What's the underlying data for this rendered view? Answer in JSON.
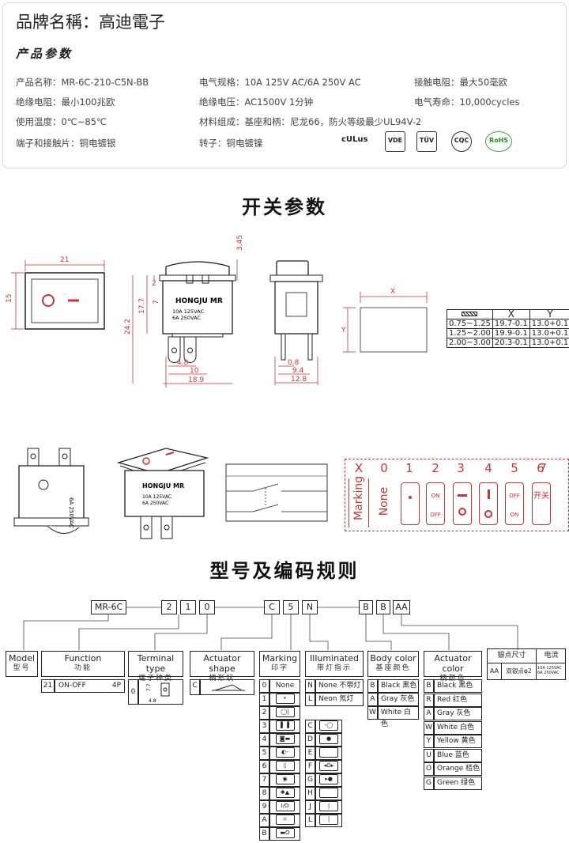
{
  "header": {
    "brand": "品牌名稱：高迪電子",
    "params_title": "产品参数"
  },
  "specs": {
    "r1c1": "产品名称：MR-6C-210-C5N-BB",
    "r1c2": "电气规格：10A  125V  AC/6A  250V  AC",
    "r1c3": "接触电阻：最大50毫欧",
    "r2c1": "绝缘电阻：最小100兆欧",
    "r2c2": "绝缘电压：AC1500V 1分钟",
    "r2c3": "电气寿命：10,000cycles",
    "r3c1": "使用温度：0℃~85℃",
    "r3c2": "材料组成：基座和柄：尼龙66，防火等级最少UL94V-2",
    "r4c1": "端子和接触片：铜电镀银",
    "r4c2": "转子：铜电镀镍"
  },
  "certs": [
    "cULus",
    "VDE",
    "TÜV",
    "CQC",
    "RoHS"
  ],
  "section_switch": "开关参数",
  "drawing": {
    "front_w": "21",
    "front_h": "15",
    "side_top": "3.45",
    "side_h1": "17.7",
    "side_h2": "24.2",
    "side_p": "2",
    "side_7": "7",
    "side_48": "4.8",
    "side_10": "10",
    "side_189": "18.9",
    "end_08": "0.8",
    "end_94": "9.4",
    "end_128": "12.8",
    "label_brand": "HONGJU  MR",
    "label_l1": "10A  125VAC",
    "label_l2": "6A  250VAC",
    "x": "X",
    "y": "Y"
  },
  "thickness": {
    "head_x": "X",
    "head_y": "Y",
    "rows": [
      {
        "t": "0.75~1.25",
        "x": "19.7-0.1",
        "y": "13.0+0.1"
      },
      {
        "t": "1.25~2.00",
        "x": "19.9-0.1",
        "y": "13.0+0.1"
      },
      {
        "t": "2.00~3.00",
        "x": "20.3-0.1",
        "y": "13.0+0.1"
      }
    ]
  },
  "marking_strip": {
    "x_label": "X",
    "marking": "Marking",
    "none": "None",
    "codes": [
      "0",
      "1",
      "2",
      "3",
      "4",
      "5",
      "6",
      "7"
    ],
    "t2_top": "ON",
    "t2_bot": "OFF",
    "t6_top": "OFF",
    "t6_bot": "ON",
    "t7": "开关"
  },
  "section_code": "型号及编码规则",
  "code_boxes": [
    "MR-6C",
    "2",
    "1",
    "0",
    "C",
    "5",
    "N",
    "B",
    "B",
    "AA"
  ],
  "columns": {
    "model": {
      "en": "Model",
      "cn": "型号"
    },
    "function": {
      "en": "Function",
      "cn": "功能",
      "num": "21",
      "val": "ON-OFF",
      "pins": "4P"
    },
    "terminal": {
      "en": "Terminal type",
      "cn": "端子种类",
      "num": "0",
      "d1": "7.7",
      "d2": "4.8"
    },
    "actuator": {
      "en": "Actuator shape",
      "cn": "柄形状",
      "num": "C"
    },
    "marking": {
      "en": "Marking",
      "cn": "印字",
      "rows": [
        "0",
        "1",
        "2",
        "3",
        "4",
        "5",
        "6",
        "7",
        "8",
        "9",
        "A",
        "B"
      ],
      "right": [
        "C",
        "D",
        "E",
        "F",
        "G",
        "H",
        "J",
        "L"
      ],
      "none": "None"
    },
    "illuminated": {
      "en": "Illuminated",
      "cn": "带灯指示",
      "rows": [
        {
          "k": "N",
          "v": "None",
          "c": "不带灯"
        },
        {
          "k": "L",
          "v": "Neon",
          "c": "氖灯"
        }
      ]
    },
    "body": {
      "en": "Body color",
      "cn": "基座颜色",
      "rows": [
        {
          "k": "B",
          "v": "Black",
          "c": "黑色"
        },
        {
          "k": "A",
          "v": "Gray",
          "c": "灰色"
        },
        {
          "k": "W",
          "v": "White",
          "c": "白色"
        }
      ]
    },
    "actcolor": {
      "en": "Actuator color",
      "cn": "柄颜色",
      "rows": [
        {
          "k": "B",
          "v": "Black",
          "c": "黑色"
        },
        {
          "k": "R",
          "v": "Red",
          "c": "红色"
        },
        {
          "k": "A",
          "v": "Gray",
          "c": "灰色"
        },
        {
          "k": "W",
          "v": "White",
          "c": "白色"
        },
        {
          "k": "Y",
          "v": "Yellow",
          "c": "黄色"
        },
        {
          "k": "U",
          "v": "Blue",
          "c": "蓝色"
        },
        {
          "k": "O",
          "v": "Orange",
          "c": "桔色"
        },
        {
          "k": "G",
          "v": "Green",
          "c": "绿色"
        }
      ]
    },
    "silver": {
      "title": "银点尺寸",
      "cur": "电流",
      "k": "AA",
      "v": "双银点φ2",
      "c1": "10A  125VAC",
      "c2": "6A  250VAC"
    }
  }
}
